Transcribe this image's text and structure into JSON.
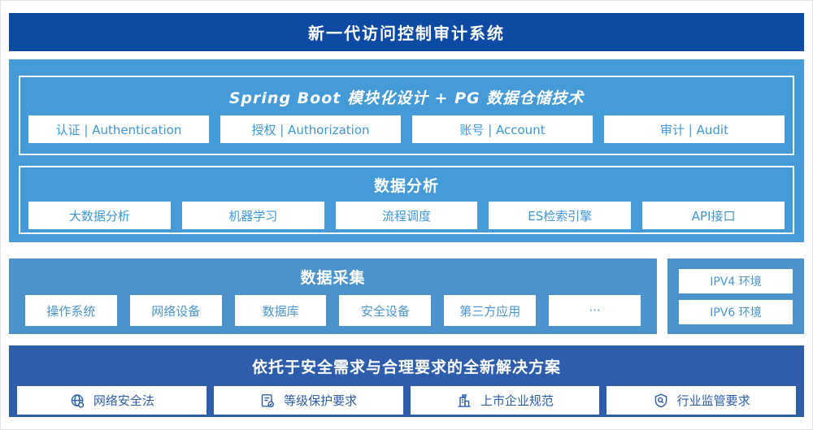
{
  "banner": {
    "title": "新一代访问控制审计系统"
  },
  "springboot": {
    "title": "Spring Boot 模块化设计 + PG 数据仓储技术",
    "modules": [
      "认证 | Authentication",
      "授权 | Authorization",
      "账号 | Account",
      "审计 | Audit"
    ]
  },
  "analysis": {
    "title": "数据分析",
    "items": [
      "大数据分析",
      "机器学习",
      "流程调度",
      "ES检索引擎",
      "API接口"
    ]
  },
  "collection": {
    "title": "数据采集",
    "items": [
      "操作系统",
      "网络设备",
      "数据库",
      "安全设备",
      "第三方应用",
      "···"
    ]
  },
  "environments": {
    "items": [
      "IPV4 环境",
      "IPV6 环境"
    ]
  },
  "solution": {
    "title": "依托于安全需求与合理要求的全新解决方案",
    "items": [
      {
        "icon": "globe-icon",
        "label": "网络安全法"
      },
      {
        "icon": "document-check-icon",
        "label": "等级保护要求"
      },
      {
        "icon": "building-icon",
        "label": "上市企业规范"
      },
      {
        "icon": "shield-search-icon",
        "label": "行业监管要求"
      }
    ]
  },
  "colors": {
    "banner_blue": "#0c4aa3",
    "light_blue": "#459bd7",
    "collection_blue": "#4c92cd",
    "solution_blue": "#2e5dac",
    "box_text_light": "#3d97d6",
    "box_text_dark": "#2b5cab",
    "frame_white": "#f2f7fb"
  }
}
